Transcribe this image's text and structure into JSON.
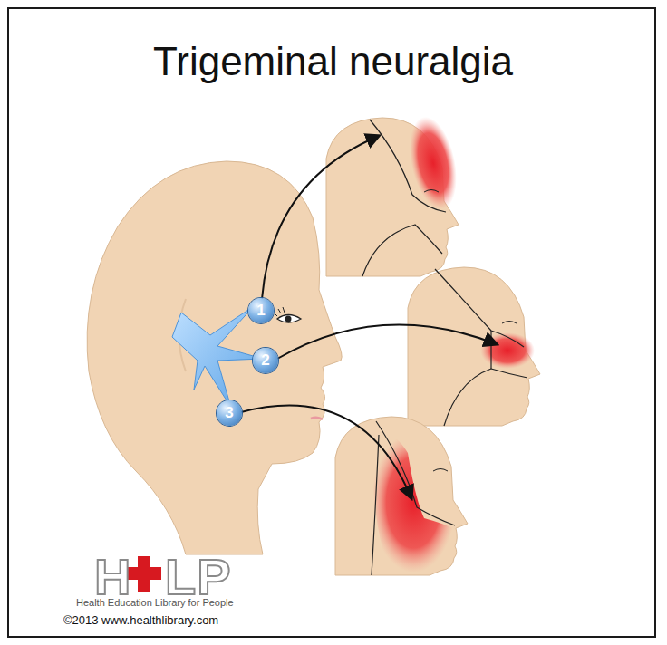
{
  "diagram": {
    "title": "Trigeminal neuralgia",
    "nodes": [
      {
        "text": [
          "1"
        ]
      },
      {
        "text": [
          "2"
        ]
      },
      {
        "text": [
          "3"
        ]
      }
    ],
    "labels": [
      "H",
      "LP",
      "Health Education Library for People",
      "©2013 www.healthlibrary.com"
    ]
  }
}
